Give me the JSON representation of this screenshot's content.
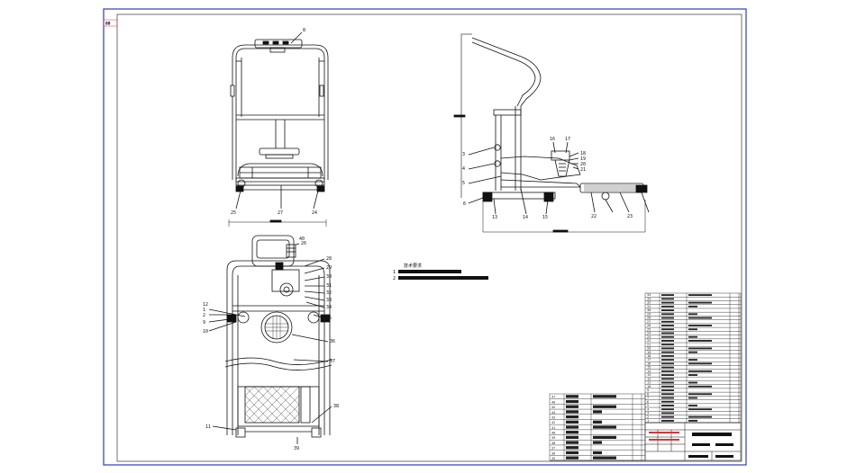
{
  "sheet": {
    "border_color": "#2b3dbf",
    "corner_tag": "88"
  },
  "views": {
    "front_label": "",
    "side_label": "",
    "top_label": ""
  },
  "notes": {
    "heading": "技术要求",
    "items": [
      "1",
      "2"
    ]
  },
  "callouts": {
    "front": [
      "8",
      "25",
      "27",
      "24"
    ],
    "side": [
      "3",
      "4",
      "5",
      "6",
      "13",
      "14",
      "15",
      "16",
      "17",
      "18",
      "19",
      "20",
      "21",
      "22",
      "23"
    ],
    "top_right": [
      "26",
      "28",
      "29",
      "30",
      "31",
      "32",
      "33",
      "34",
      "35",
      "36",
      "37",
      "38",
      "39",
      "40"
    ],
    "top_left": [
      "1",
      "2",
      "9",
      "10",
      "11",
      "12"
    ]
  },
  "parts_table_right": {
    "rows": [
      "34",
      "33",
      "32",
      "31",
      "30",
      "29",
      "28",
      "27",
      "26",
      "25",
      "24",
      "23",
      "22",
      "21",
      "20",
      "19",
      "18",
      "17",
      "16",
      "15",
      "14",
      "13",
      "12",
      "11",
      "10",
      "9",
      "8",
      "7",
      "6",
      "5",
      "4",
      "3",
      "2",
      "1"
    ]
  },
  "parts_table_left": {
    "rows": [
      "47",
      "46",
      "45",
      "44",
      "43",
      "42",
      "41",
      "40",
      "39",
      "38",
      "37",
      "36",
      "35"
    ]
  },
  "title_block": {
    "company": "",
    "drawing_no": ""
  }
}
